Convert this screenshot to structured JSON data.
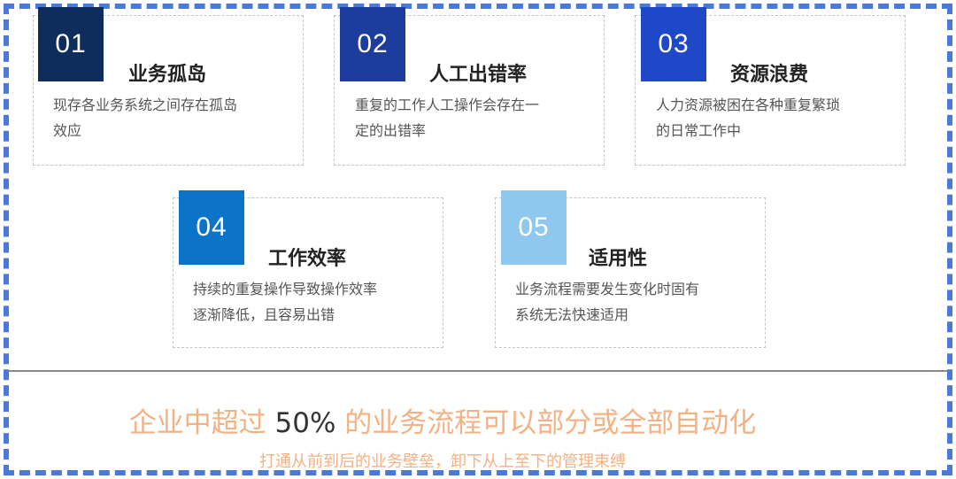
{
  "cards": [
    {
      "number": "01",
      "title": "业务孤岛",
      "desc_line1": "现存各业务系统之间存在孤岛",
      "desc_line2": "效应",
      "color": "#0f2d5c"
    },
    {
      "number": "02",
      "title": "人工出错率",
      "desc_line1": "重复的工作人工操作会存在一",
      "desc_line2": "定的出错率",
      "color": "#1c3d9c"
    },
    {
      "number": "03",
      "title": "资源浪费",
      "desc_line1": "人力资源被困在各种重复繁琐",
      "desc_line2": "的日常工作中",
      "color": "#1f48c8"
    },
    {
      "number": "04",
      "title": "工作效率",
      "desc_line1": "持续的重复操作导致操作效率",
      "desc_line2": "逐渐降低，且容易出错",
      "color": "#0b73c8"
    },
    {
      "number": "05",
      "title": "适用性",
      "desc_line1": "业务流程需要发生变化时固有",
      "desc_line2": "系统无法快速适用",
      "color": "#8ec8ee"
    }
  ],
  "summary": {
    "headline_prefix": "企业中超过",
    "headline_value": " 50% ",
    "headline_suffix": "的业务流程可以部分或全部自动化",
    "subline": "打通从前到后的业务壁垒，卸下从上至下的管理束缚"
  },
  "colors": {
    "frame": "#4a79d9",
    "accent_text": "#f4b183"
  }
}
